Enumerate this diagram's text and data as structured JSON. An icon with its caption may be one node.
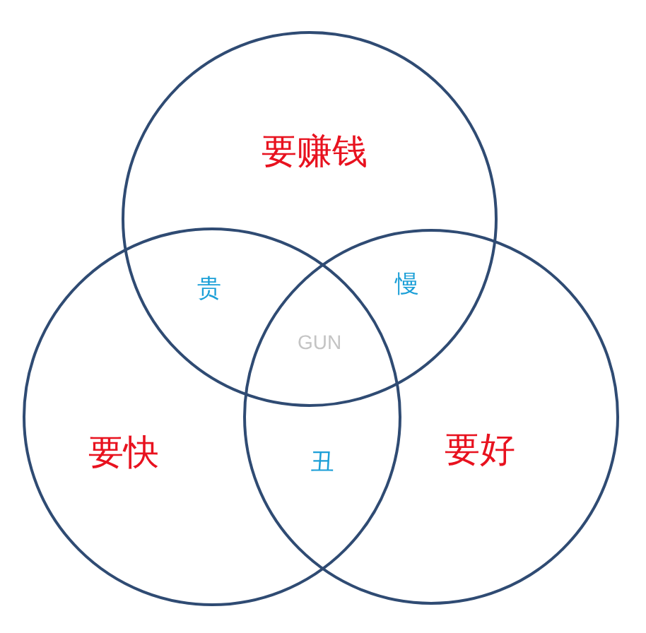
{
  "diagram": {
    "nodes": [
      {
        "text": [
          "要赚钱"
        ]
      },
      {
        "text": [
          "要快"
        ]
      },
      {
        "text": [
          "要好"
        ]
      }
    ],
    "labels": [
      "贵",
      "慢",
      "GUN",
      "丑"
    ]
  }
}
